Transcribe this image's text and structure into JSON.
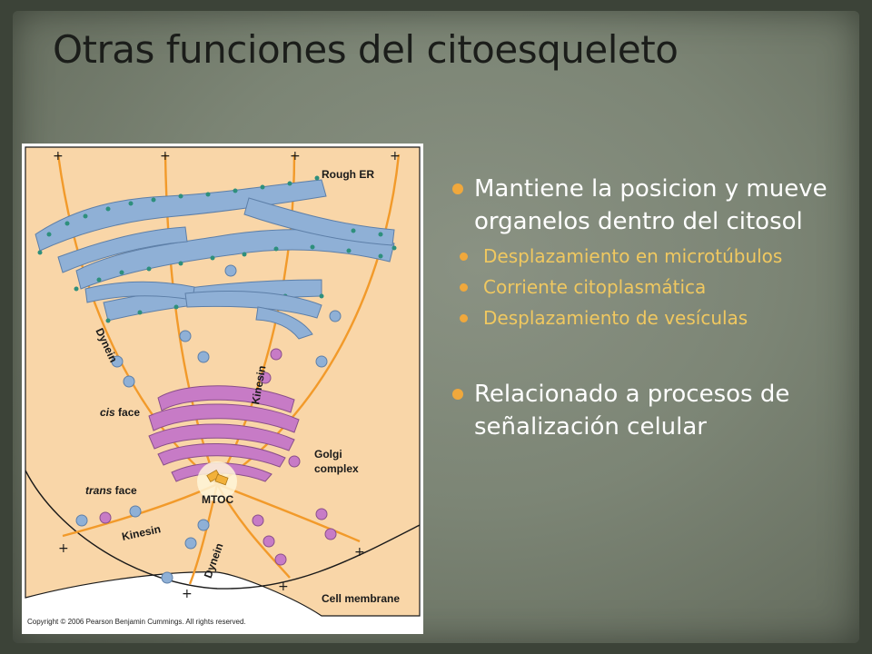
{
  "slide": {
    "title": "Otras funciones del citoesqueleto"
  },
  "bullets": [
    {
      "text": "Mantiene la posicion y mueve organelos dentro del citosol",
      "sub": [
        "Desplazamiento en microtúbulos",
        "Corriente citoplasmática",
        "Desplazamiento de vesículas"
      ]
    },
    {
      "text": "Relacionado a procesos de señalización celular",
      "sub": []
    }
  ],
  "figure": {
    "labels": {
      "rough_er": "Rough ER",
      "dynein_top": "Dynein",
      "kinesin_top": "Kinesin",
      "cis_face_italic": "cis",
      "cis_face_rest": " face",
      "golgi_1": "Golgi",
      "golgi_2": "complex",
      "trans_face_italic": "trans",
      "trans_face_rest": " face",
      "mtoc": "MTOC",
      "kinesin_bottom": "Kinesin",
      "dynein_bottom": "Dynein",
      "cell_membrane": "Cell membrane",
      "plus": "+"
    },
    "copyright": "Copyright © 2006 Pearson Benjamin Cummings. All rights reserved.",
    "colors": {
      "cytoplasm": "#f9d6a8",
      "microtubule": "#f29a2a",
      "er": "#8fb0d6",
      "ribosome": "#2e8f7c",
      "golgi": "#c77bc6",
      "vesicle_blue": "#8fb0d6",
      "vesicle_purple": "#c77bc6",
      "mtoc": "#f2b13a"
    }
  }
}
